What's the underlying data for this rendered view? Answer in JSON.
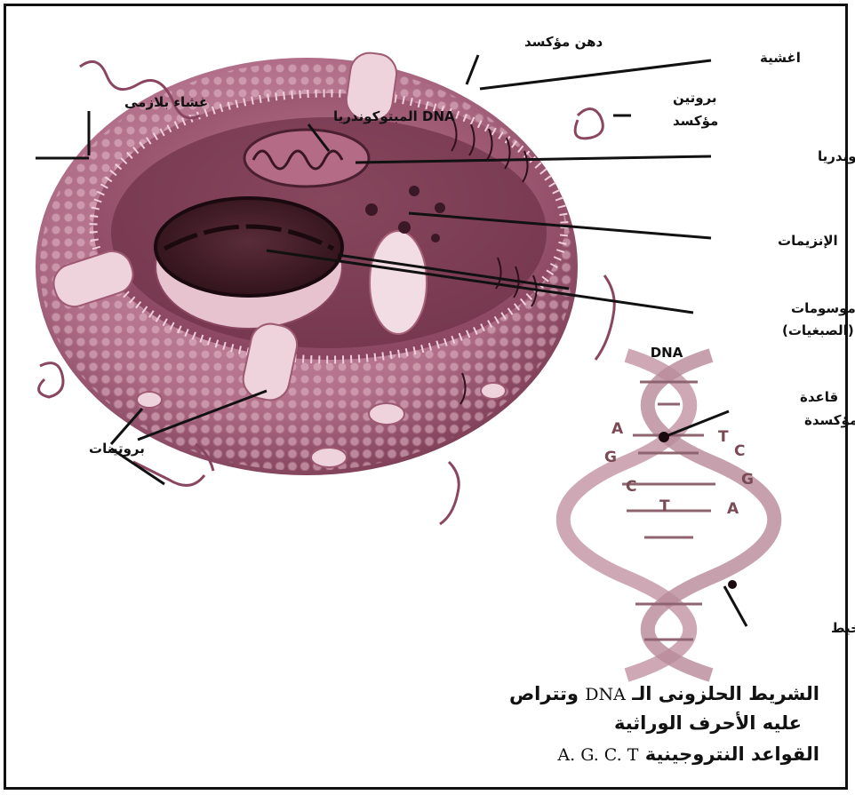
{
  "labels": {
    "plasma_membrane": "غشاء بلازمى",
    "oxidized_fat": "دهن مؤكسد",
    "membranes": "اغشية",
    "oxidized_protein_1": "بروتين",
    "oxidized_protein_2": "مؤكسد",
    "mitochondrial_dna": "DNA المبتوكوندريا",
    "mitochondria": "الميتوكوندريا",
    "enzymes": "الإنزيمات",
    "chromosomes_1": "الكروموسومات",
    "chromosomes_2": "(الصبغيات)",
    "proteins": "بروتينات",
    "dna_title": "DNA",
    "oxidized_base_1": "قاعدة",
    "oxidized_base_2": "مؤكسدة",
    "strand_break": "كسر فى الخيط"
  },
  "dna_letters": {
    "left": [
      "A",
      "G",
      "C",
      "T"
    ],
    "right": [
      "T",
      "C",
      "G",
      "A"
    ]
  },
  "caption": {
    "line1_a": "الشريط الحلزونى الـ",
    "line1_dna": "DNA",
    "line1_b": "وتتراص",
    "line2": "عليه الأحرف الوراثية",
    "line3_a": "القواعد النتروجينية",
    "line3_letters": "A. G. C. T"
  },
  "colors": {
    "membrane": "#a8607a",
    "membrane_dark": "#6e3348",
    "cytoplasm": "#c98aa0",
    "nucleus": "#4a2330",
    "dna_strand": "#c9a0ad"
  }
}
